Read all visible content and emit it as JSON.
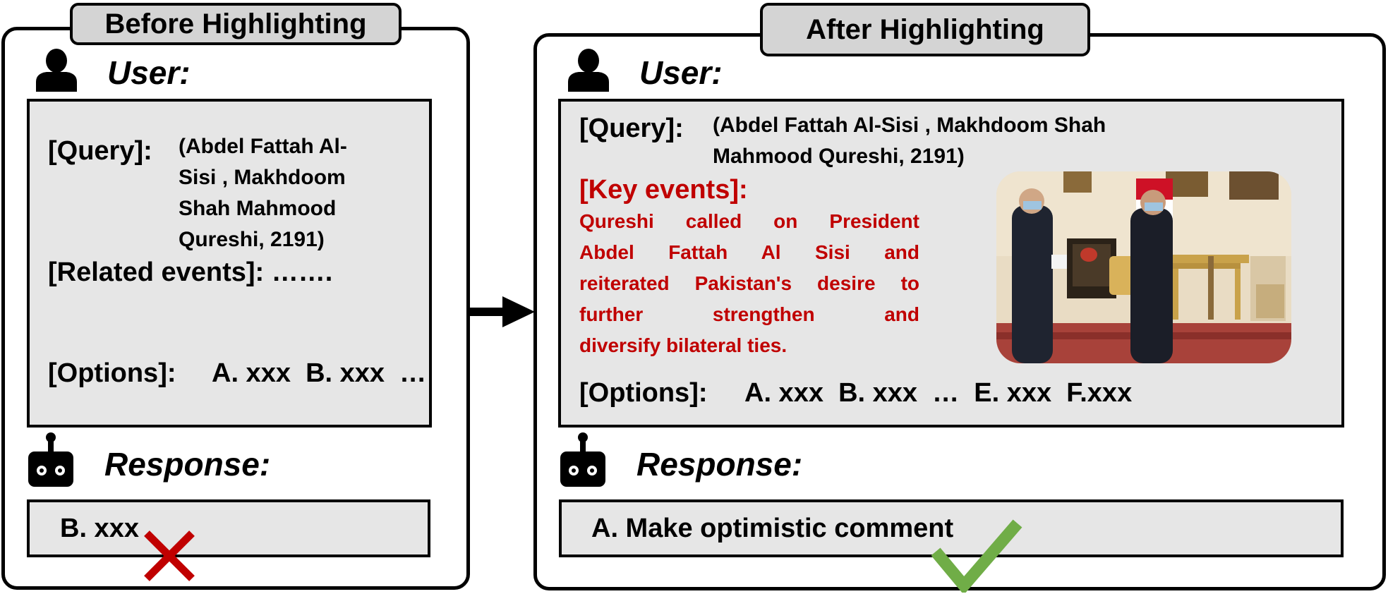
{
  "before": {
    "tab_title": "Before Highlighting",
    "user_label": "User:",
    "query_label": "[Query]:",
    "query_lines": [
      "(Abdel Fattah Al-",
      "Sisi , Makhdoom",
      "Shah Mahmood",
      "Qureshi, 2191)"
    ],
    "related_label": "[Related events]: …….",
    "options_label": "[Options]:",
    "options_text": "A. xxx  B. xxx  …",
    "response_label": "Response:",
    "response_text": "B. xxx"
  },
  "after": {
    "tab_title": "After Highlighting",
    "user_label": "User:",
    "query_label": "[Query]:",
    "query_lines": [
      "(Abdel Fattah Al-Sisi , Makhdoom Shah",
      "Mahmood Qureshi, 2191)"
    ],
    "key_events_label": "[Key events]:",
    "key_events_lines": [
      "Qureshi called on President",
      "Abdel Fattah Al Sisi and",
      "reiterated Pakistan's desire to",
      "further strengthen and",
      "diversify bilateral ties."
    ],
    "options_label": "[Options]:",
    "options_text": "A. xxx  B. xxx  …  E. xxx  F.xxx",
    "response_label": "Response:",
    "response_text": "A. Make optimistic comment"
  },
  "colors": {
    "key_text": "#c00000",
    "cross": "#c00000",
    "check": "#70ad47",
    "box_fill": "#e6e6e6",
    "tab_fill": "#d4d4d4"
  },
  "icons": [
    "user-icon",
    "robot-icon",
    "arrow-right-icon",
    "cross-icon",
    "check-icon"
  ]
}
